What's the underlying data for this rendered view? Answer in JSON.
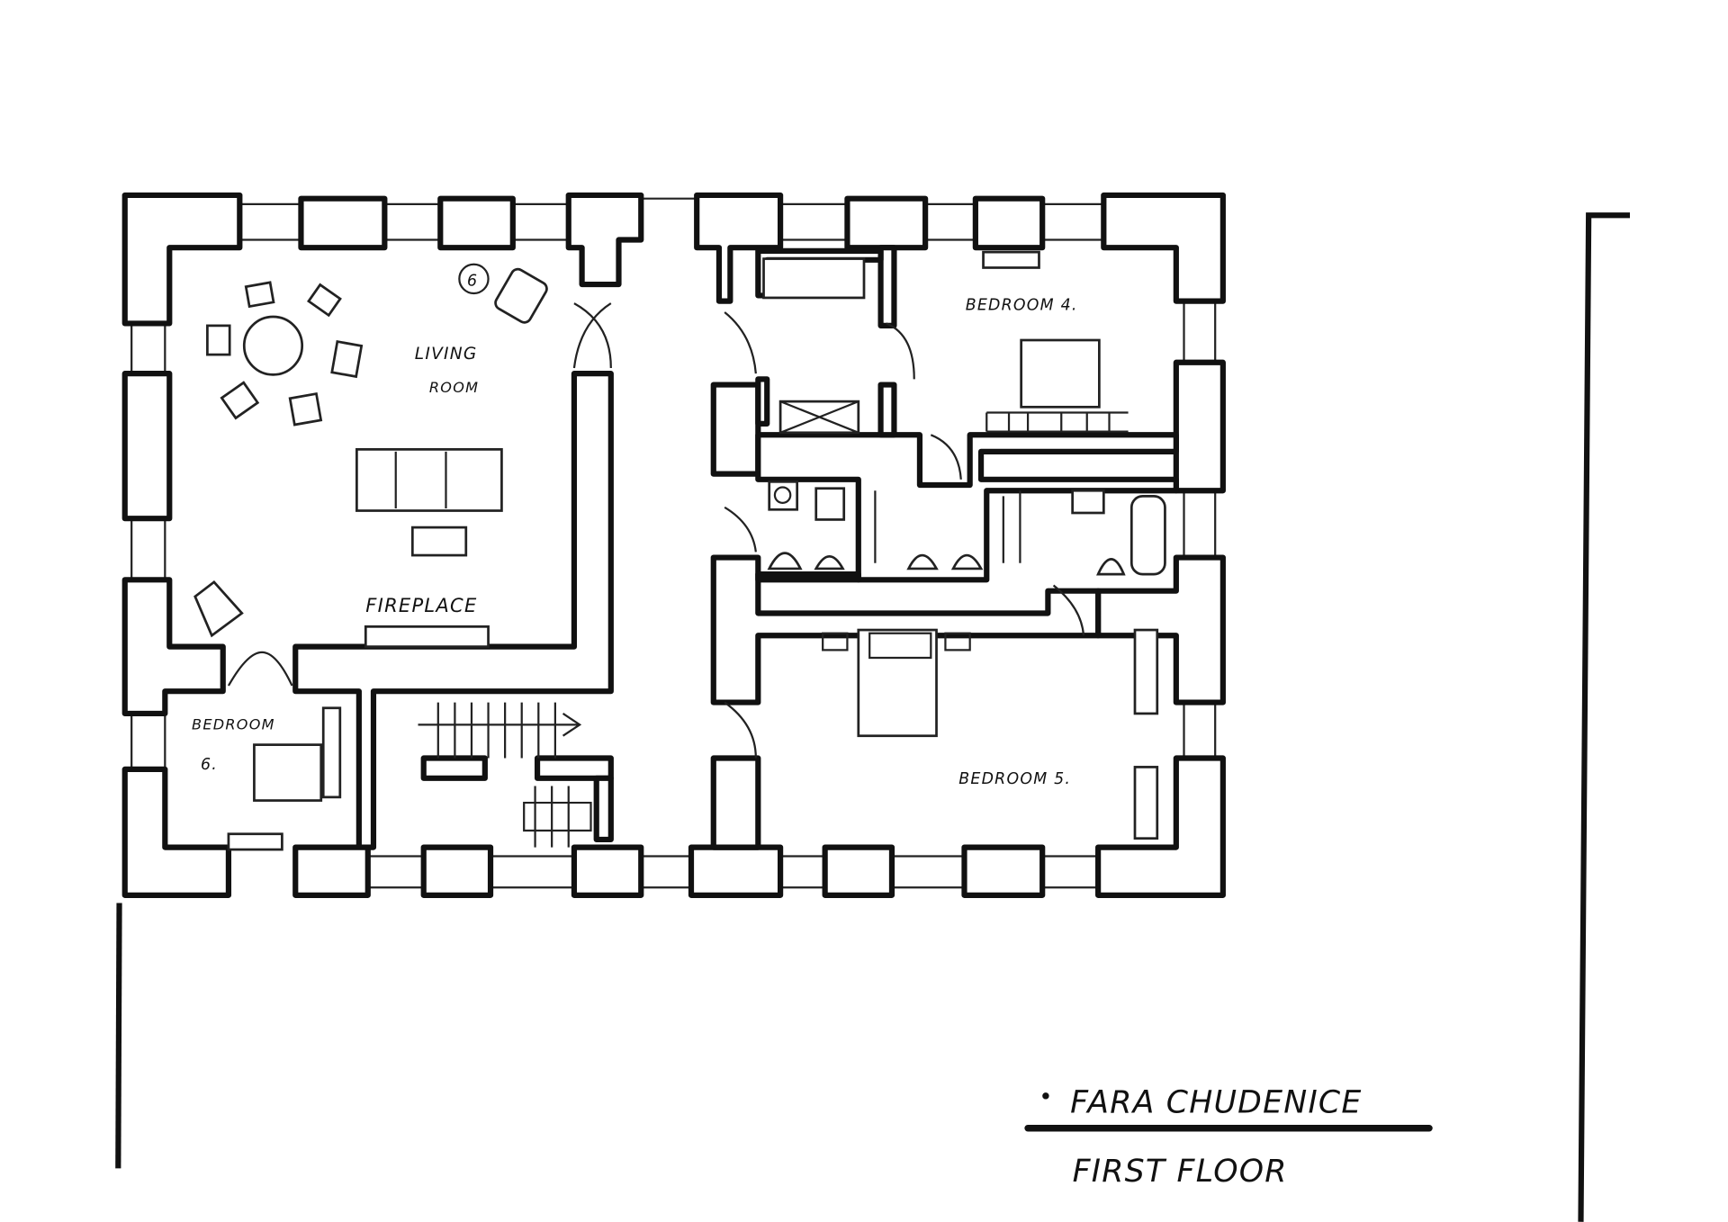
{
  "plan": {
    "rooms": {
      "living_line1": "LIVING",
      "living_line2": "ROOM",
      "fireplace": "FIREPLACE",
      "bedroom4": "BEDROOM 4.",
      "bedroom5": "BEDROOM 5.",
      "bedroom6_line1": "BEDROOM",
      "bedroom6_line2": "6."
    },
    "stove_symbol": "6"
  },
  "title_block": {
    "project": "FARA CHUDENICE",
    "floor": "FIRST FLOOR"
  }
}
